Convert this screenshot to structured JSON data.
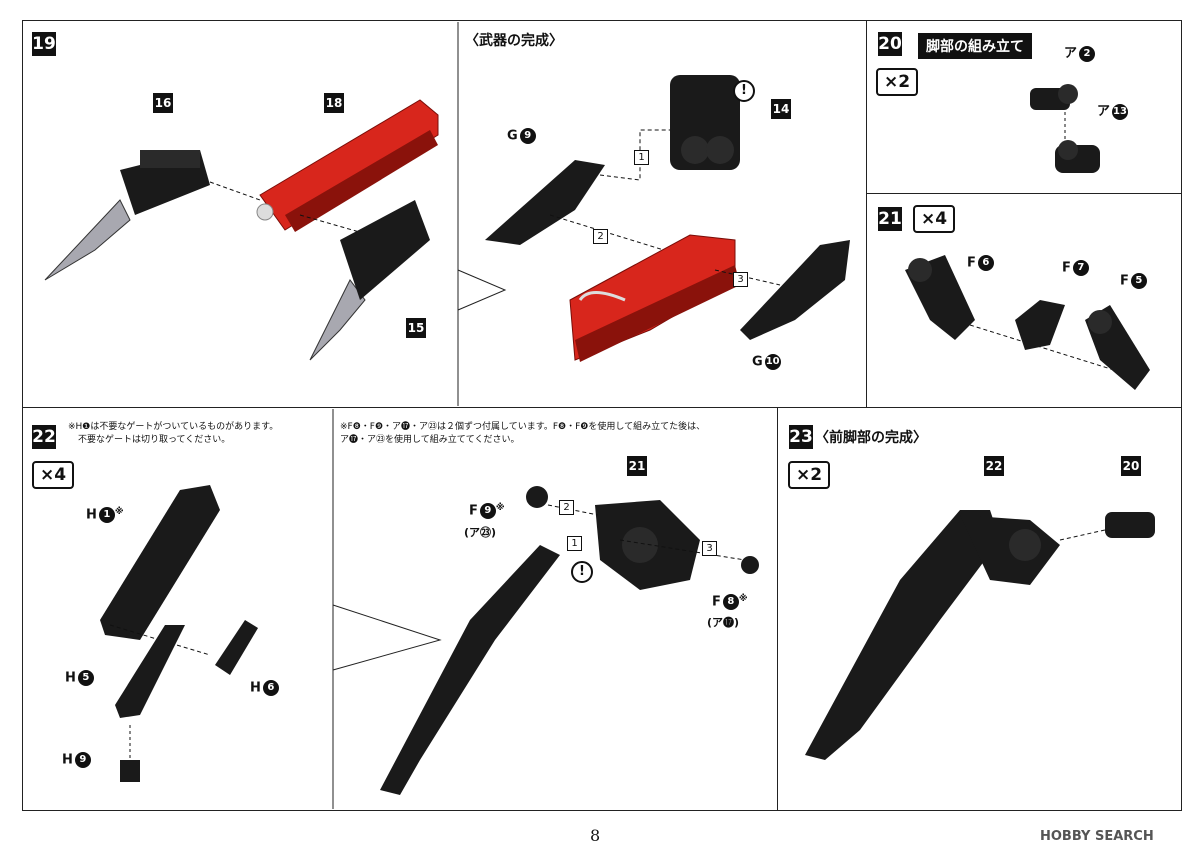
{
  "page_number": "8",
  "watermark": "HOBBY SEARCH",
  "step19": {
    "num": "19",
    "parts": {
      "p16": "16",
      "p18": "18",
      "p15": "15"
    }
  },
  "weapon": {
    "title": "〈武器の完成〉",
    "g9": "G",
    "g9n": "9",
    "p14": "14",
    "s1": "1",
    "s2": "2",
    "s3": "3",
    "g10": "G",
    "g10n": "10"
  },
  "step20": {
    "num": "20",
    "title": "脚部の組み立て",
    "mult": "×2",
    "a2": "ア",
    "a2n": "2",
    "a13": "ア",
    "a13n": "13"
  },
  "step21": {
    "num": "21",
    "mult": "×4",
    "f6": "F",
    "f6n": "6",
    "f7": "F",
    "f7n": "7",
    "f5": "F",
    "f5n": "5"
  },
  "step22": {
    "num": "22",
    "note1": "※H❶は不要なゲートがついているものがあります。",
    "note2": "不要なゲートは切り取ってください。",
    "mult": "×4",
    "h1": "H",
    "h1n": "1",
    "h1mark": "※",
    "h5": "H",
    "h5n": "5",
    "h6": "H",
    "h6n": "6",
    "h9": "H",
    "h9n": "9"
  },
  "middle": {
    "note1": "※F❽・F❾・ア⓱・ア㉓は２個ずつ付属しています。F❽・F❾を使用して組み立てた後は、",
    "note2": "ア⓱・ア㉓を使用して組み立ててください。",
    "p21": "21",
    "f9": "F",
    "f9n": "9",
    "f9mark": "※",
    "f9alt": "(ア㉓)",
    "f8": "F",
    "f8n": "8",
    "f8mark": "※",
    "f8alt": "(ア⓱)",
    "s1": "1",
    "s2": "2",
    "s3": "3"
  },
  "step23": {
    "num": "23",
    "title": "〈前脚部の完成〉",
    "mult": "×2",
    "p22": "22",
    "p20": "20"
  },
  "colors": {
    "part_black": "#1a1a1a",
    "part_red": "#d8261c",
    "blade": "#9a9aa0"
  }
}
